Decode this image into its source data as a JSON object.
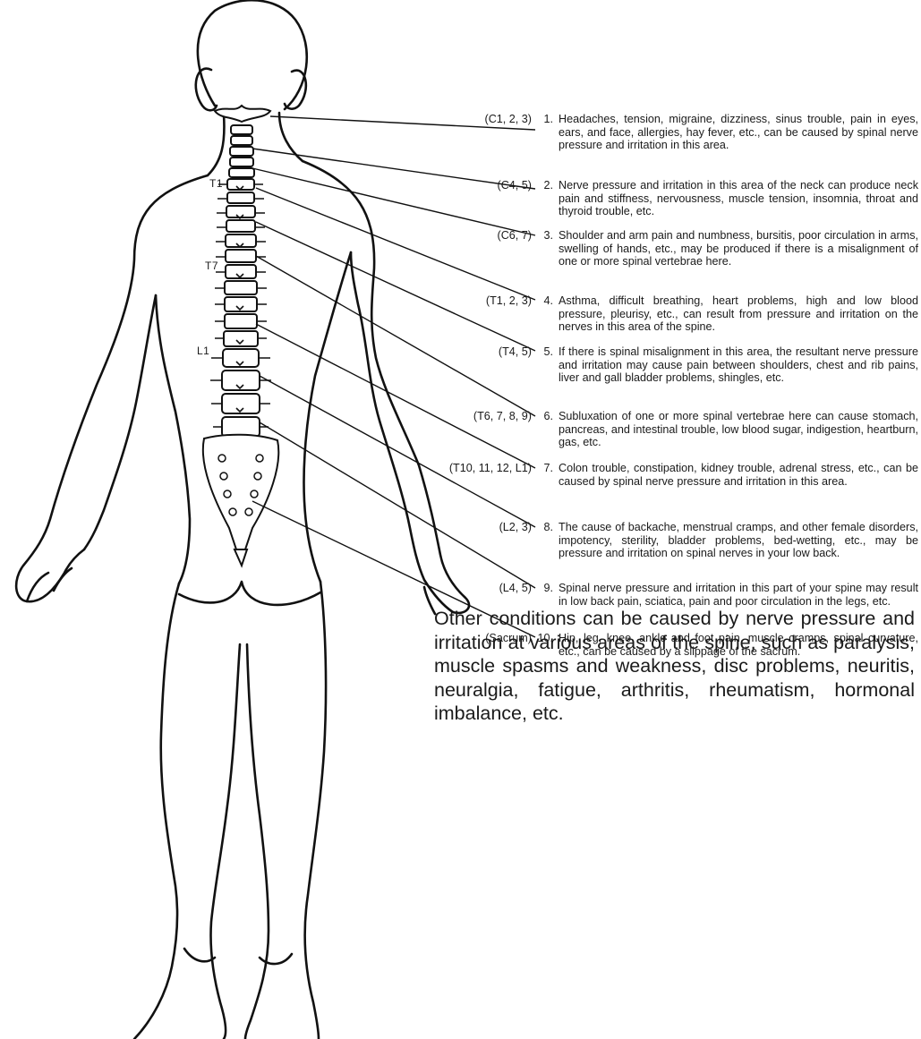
{
  "spine_labels": [
    "T1",
    "T7",
    "L1"
  ],
  "entries": [
    {
      "region": "(C1, 2, 3)",
      "number": "1.",
      "text": "Headaches, tension, migraine, dizziness, sinus trouble, pain in eyes, ears, and face, allergies, hay fever, etc., can be caused by spinal nerve pressure and irritation in this area."
    },
    {
      "region": "(C4, 5)",
      "number": "2.",
      "text": "Nerve pressure and irritation in this area of the neck can produce neck pain and stiffness, nervousness, muscle tension, insomnia, throat and thyroid trouble, etc."
    },
    {
      "region": "(C6, 7)",
      "number": "3.",
      "text": "Shoulder and arm pain and numbness, bursitis, poor circulation in arms, swelling of hands, etc., may be produced if there is a misalignment of one or more spinal vertebrae here."
    },
    {
      "region": "(T1, 2, 3)",
      "number": "4.",
      "text": "Asthma, difficult breathing, heart problems, high and low blood pressure, pleurisy, etc., can result from pressure and irritation on the nerves in this area of the spine."
    },
    {
      "region": "(T4, 5)",
      "number": "5.",
      "text": "If there is spinal misalignment in this area, the resultant nerve pressure and irritation may cause pain between shoulders, chest and rib pains, liver and gall bladder problems, shingles, etc."
    },
    {
      "region": "(T6, 7, 8, 9)",
      "number": "6.",
      "text": "Subluxation of one or more spinal vertebrae here can cause stomach, pancreas, and intestinal trouble, low blood sugar, indigestion, heartburn, gas, etc."
    },
    {
      "region": "(T10, 11, 12, L1)",
      "number": "7.",
      "text": "Colon trouble, constipation, kidney trouble, adrenal stress, etc., can be caused by spinal nerve pressure and irritation in this area."
    },
    {
      "region": "(L2, 3)",
      "number": "8.",
      "text": "The cause of backache, menstrual cramps, and other female disorders, impotency, sterility, bladder problems, bed-wetting, etc., may be pressure and irritation on spinal nerves in your low back."
    },
    {
      "region": "(L4, 5)",
      "number": "9.",
      "text": "Spinal nerve pressure and irritation in this part of your spine may result in low back pain, sciatica, pain and poor circulation in the legs, etc."
    },
    {
      "region": "(Sacrum)",
      "number": "10.",
      "text": "Hip, leg, knee, ankle and foot pain, muscle cramps, spinal curvature, etc., can be caused by a slippage of the sacrum."
    }
  ],
  "note": "Other conditions can be caused by nerve pressure and irritation at various areas of the spine, such as paralysis, muscle spasms and weakness, disc problems, neuritis, neuralgia, fatigue, arthritis, rheumatism, hormonal imbalance, etc."
}
